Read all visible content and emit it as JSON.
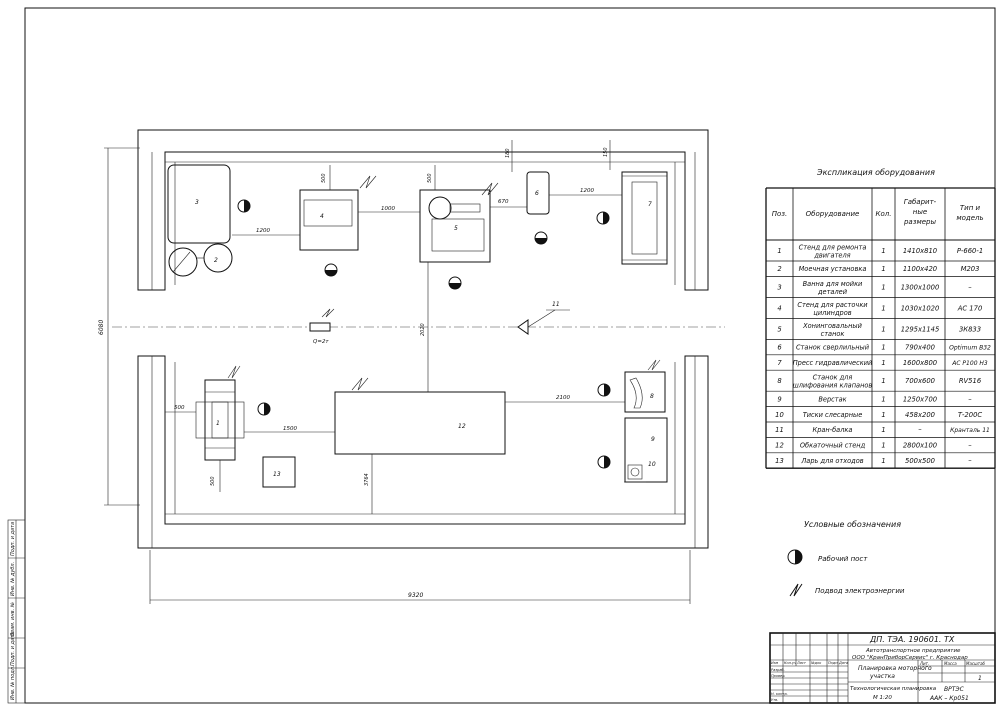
{
  "equipment_labels": [
    "1",
    "2",
    "3",
    "4",
    "5",
    "6",
    "7",
    "8",
    "9",
    "10",
    "11",
    "12",
    "13"
  ],
  "dimensions": {
    "d1200a": "1200",
    "d1000": "1000",
    "d670": "670",
    "d1200b": "1200",
    "d500a": "500",
    "d500b": "500",
    "d180": "180",
    "d150": "150",
    "d2020": "2020",
    "d2100": "2100",
    "d500c": "500",
    "d1500": "1500",
    "d500d": "500",
    "d3764": "3764",
    "d6080": "6080",
    "d9320": "9320",
    "crane_capacity": "Q=2т"
  },
  "explication": {
    "title": "Экспликация оборудования",
    "headers": [
      "Поз.",
      "Оборудование",
      "Кол.",
      "Габарит-ные размеры",
      "Тип и модель"
    ],
    "rows": [
      [
        "1",
        "Стенд для ремонта двигателя",
        "1",
        "1410х810",
        "Р-660-1"
      ],
      [
        "2",
        "Моечная установка",
        "1",
        "1100х420",
        "М203"
      ],
      [
        "3",
        "Ванна для мойки деталей",
        "1",
        "1300х1000",
        "–"
      ],
      [
        "4",
        "Стенд для расточки цилиндров",
        "1",
        "1030х1020",
        "АС 170"
      ],
      [
        "5",
        "Хонинговальный станок",
        "1",
        "1295х1145",
        "3К833"
      ],
      [
        "6",
        "Станок сверлильный",
        "1",
        "790х400",
        "Optimum B32"
      ],
      [
        "7",
        "Пресс гидравлический",
        "1",
        "1600х800",
        "АС Р100 Н3"
      ],
      [
        "8",
        "Станок для шлифования клапанов",
        "1",
        "700х600",
        "RV516"
      ],
      [
        "9",
        "Верстак",
        "1",
        "1250х700",
        "–"
      ],
      [
        "10",
        "Тиски слесарные",
        "1",
        "458х200",
        "Т-200С"
      ],
      [
        "11",
        "Кран-балка",
        "1",
        "–",
        "Кранталь 11"
      ],
      [
        "12",
        "Обкаточный стенд",
        "1",
        "2800х100",
        "–"
      ],
      [
        "13",
        "Ларь для отходов",
        "1",
        "500х500",
        "–"
      ]
    ]
  },
  "legend": {
    "title": "Условные обозначения",
    "work_post": "Рабочий пост",
    "power": "Подвод электроэнергии"
  },
  "title_block": {
    "code": "ДП. ТЭА. 190601. ТХ",
    "org_line1": "Автотранспортное предприятие",
    "org_line2": "ООО \"КранПриборСервис\" г. Краснодар",
    "drawing_name_1": "Планировка моторного",
    "drawing_name_2": "участка",
    "sheet_type_1": "Технологическая планировка",
    "sheet_type_2": "М 1:20",
    "sheet_no": "1",
    "school_1": "ВРТЭС",
    "school_2": "ААК – Кр051",
    "col_headers": [
      "Изм",
      "Кол.уч",
      "Лист",
      "№док",
      "Подп.",
      "Дата"
    ],
    "row_labels": [
      "Разраб.",
      "Провер.",
      "",
      "Н. контр.",
      "Утв."
    ],
    "lit_headers": [
      "Лит.",
      "Масса",
      "Масштаб"
    ],
    "side_labels": [
      "Инв. № подл.",
      "Подп. и дата",
      "Взам. инв. №",
      "Инв. № дубл.",
      "Подп. и дата"
    ]
  }
}
